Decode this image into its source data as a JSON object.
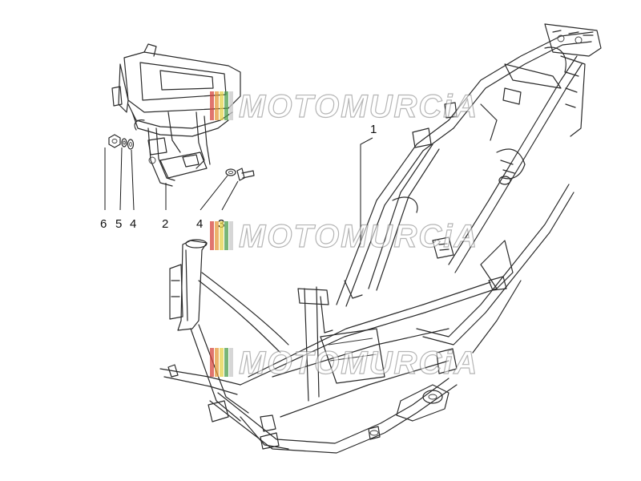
{
  "watermark": {
    "text": "MOTOMURCiA",
    "stripe_colors": [
      "#d6473d",
      "#e59a3a",
      "#e6d34a",
      "#4e9d4a",
      "#c8c8c8"
    ]
  },
  "callouts": {
    "frame": "1",
    "bracket": "2",
    "nut": "6",
    "washer_small": "5",
    "washer_left": "4",
    "washer_right": "4",
    "bolt": "3"
  },
  "colors": {
    "line": "#2a2a2a",
    "background": "#ffffff"
  }
}
